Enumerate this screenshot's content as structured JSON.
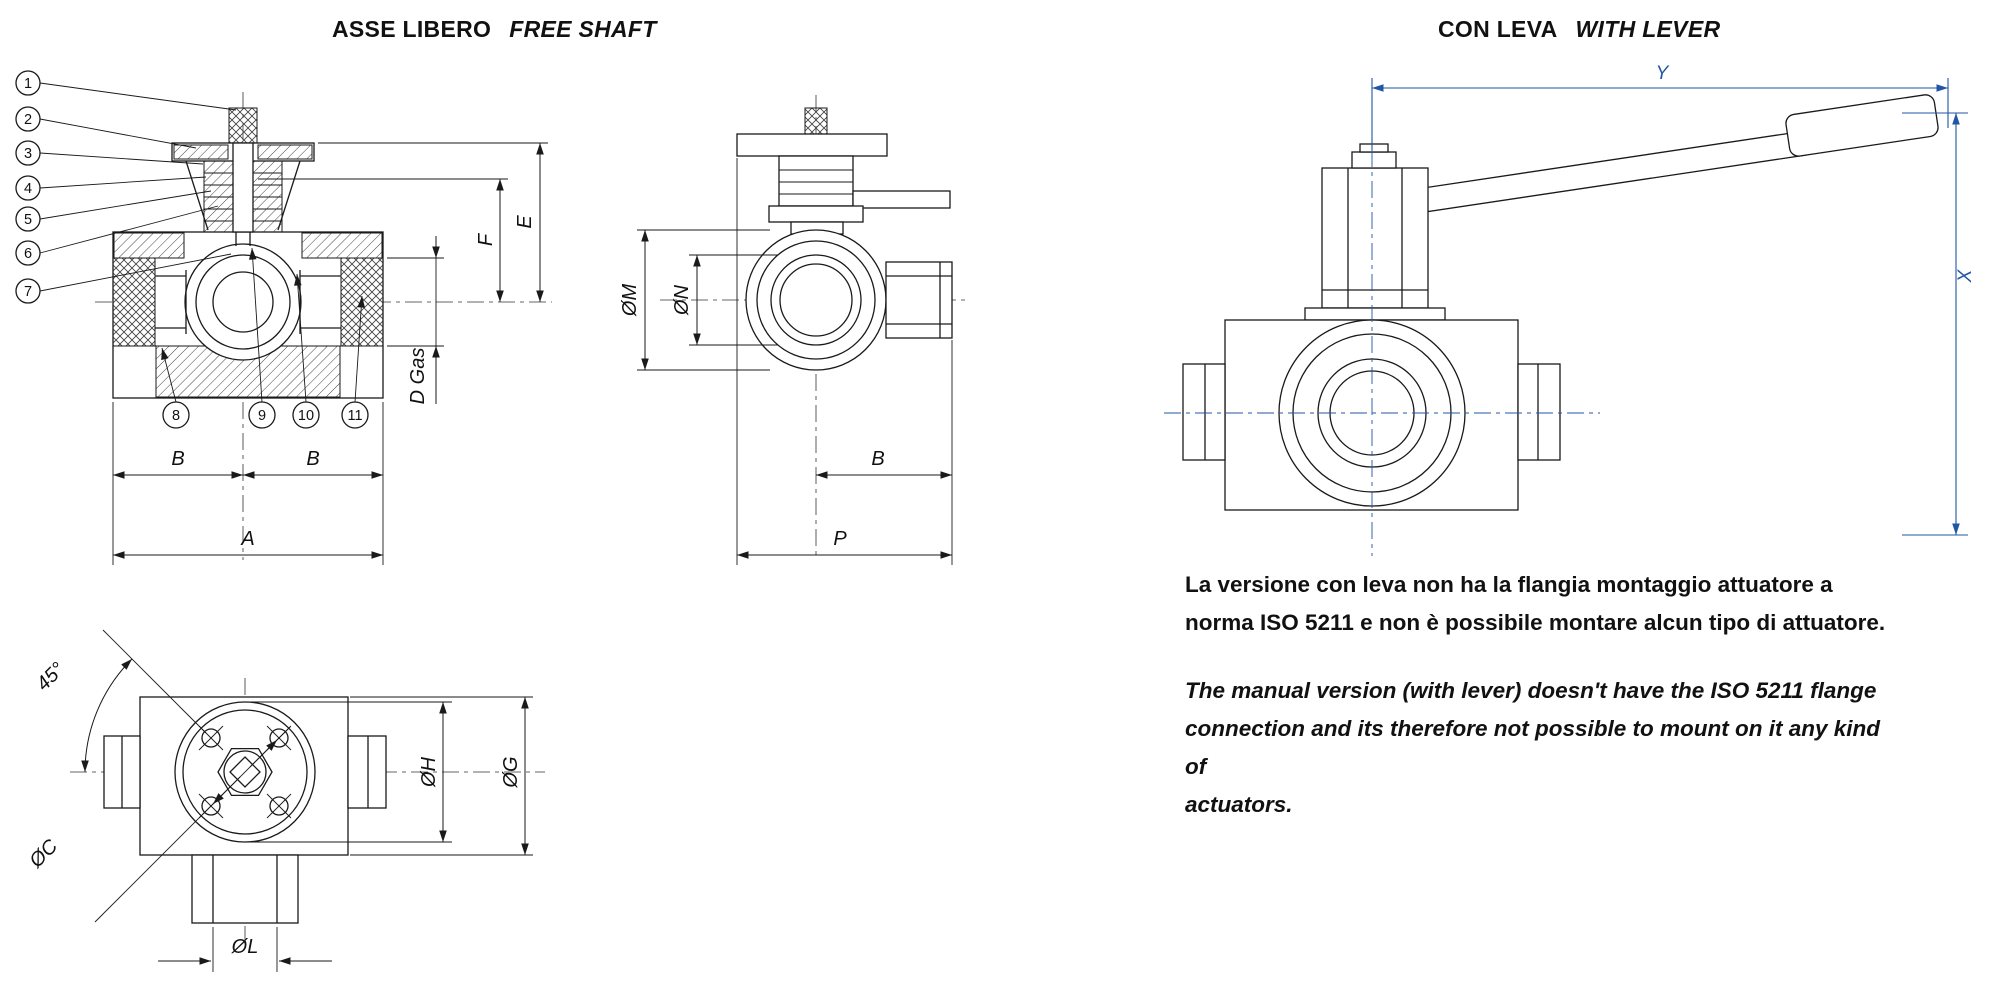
{
  "titles": {
    "left": {
      "it": "ASSE LIBERO",
      "en": "FREE SHAFT"
    },
    "right": {
      "it": "CON LEVA",
      "en": "WITH LEVER"
    }
  },
  "callouts": [
    "1",
    "2",
    "3",
    "4",
    "5",
    "6",
    "7",
    "8",
    "9",
    "10",
    "11"
  ],
  "dims": {
    "A": "A",
    "B": "B",
    "E": "E",
    "F": "F",
    "D_gas": "D Gas",
    "M": "ØM",
    "N": "ØN",
    "P": "P",
    "angle": "45°",
    "C": "ØC",
    "H": "ØH",
    "G": "ØG",
    "L": "ØL",
    "X": "X",
    "Y": "Y"
  },
  "notes": {
    "it_lines": [
      "La versione con leva non ha la flangia montaggio attuatore a",
      "norma ISO 5211 e non è possibile montare alcun tipo di attuatore."
    ],
    "en_lines": [
      "The manual version (with lever) doesn't have the ISO 5211 flange",
      "connection and its therefore not possible to mount on it any kind of",
      "actuators."
    ]
  },
  "colors": {
    "line": "#1a1a1a",
    "dimension_blue": "#2156a5",
    "background": "#ffffff"
  }
}
